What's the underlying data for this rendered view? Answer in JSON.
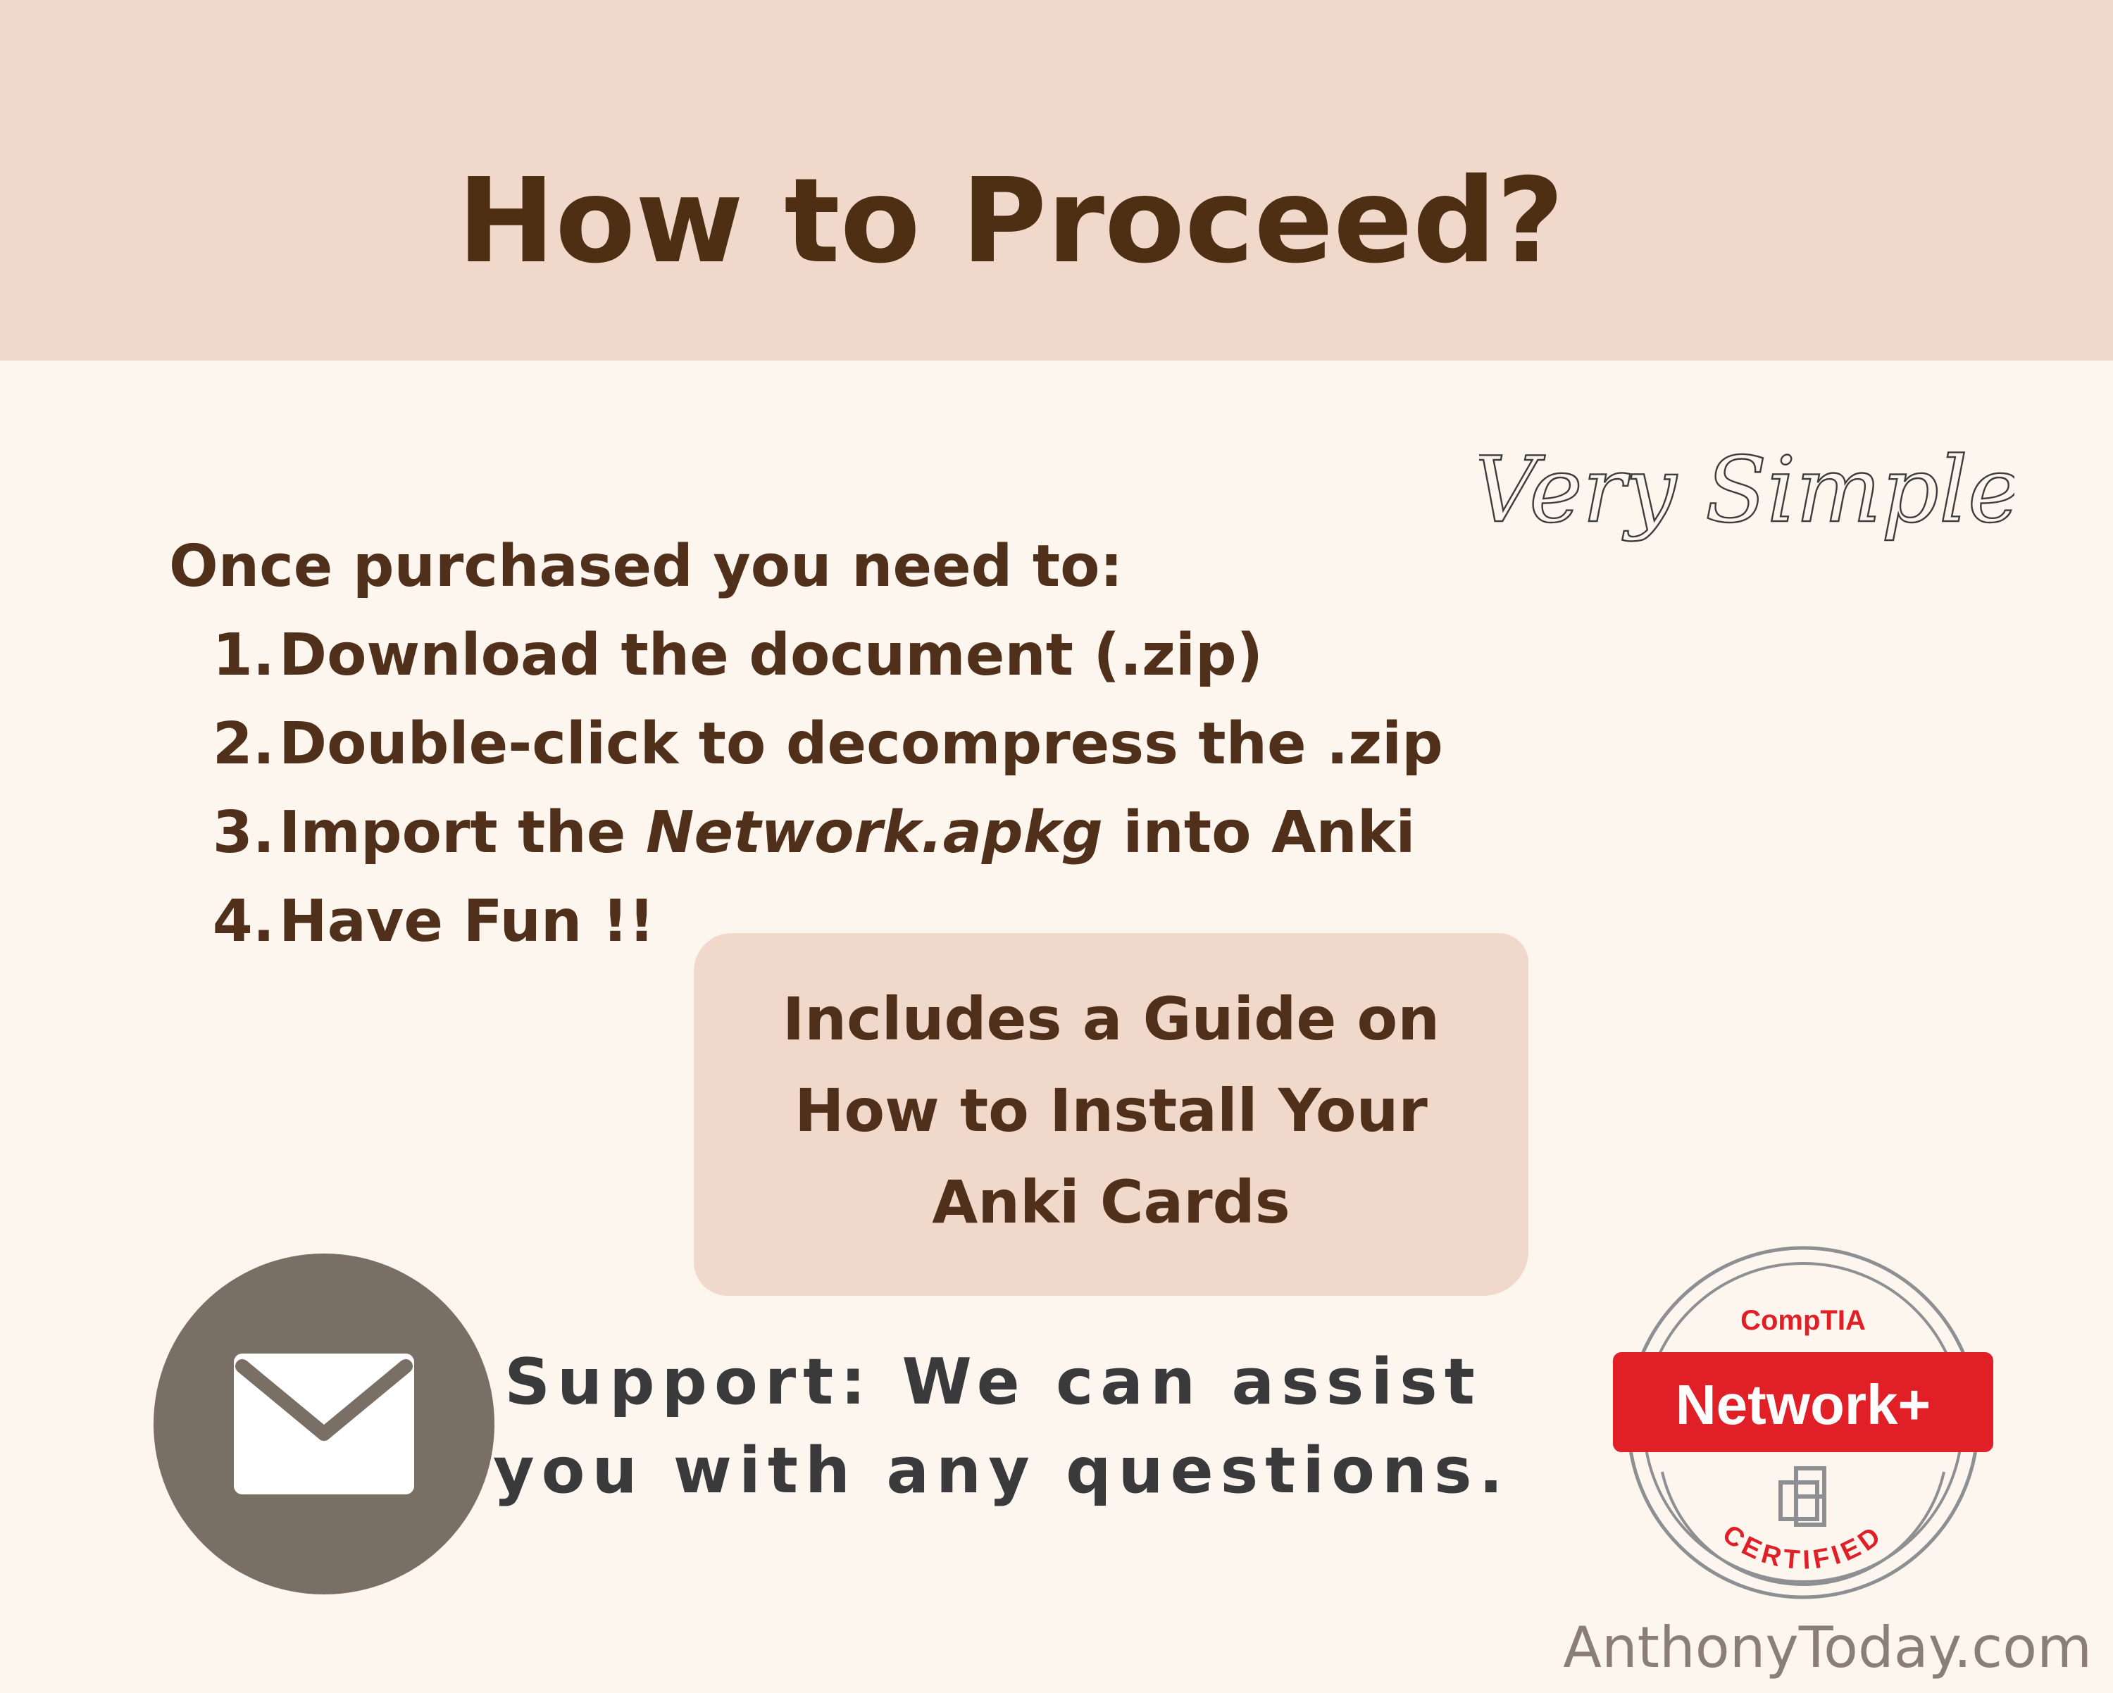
{
  "header": {
    "title": "How to Proceed?"
  },
  "tagline": "Very Simple",
  "intro": "Once purchased you need to:",
  "steps": [
    {
      "num": "1.",
      "pre": "Download the document (.zip)",
      "em": "",
      "post": ""
    },
    {
      "num": "2.",
      "pre": "Double-click to decompress the .zip",
      "em": "",
      "post": ""
    },
    {
      "num": "3.",
      "pre": "Import the ",
      "em": "Network.apkg",
      "post": " into Anki"
    },
    {
      "num": "4.",
      "pre": "Have Fun !!",
      "em": "",
      "post": ""
    }
  ],
  "guide": {
    "lines": [
      "Includes a Guide on",
      "How to Install Your",
      "Anki Cards"
    ]
  },
  "support": {
    "lines": [
      "Support: We can assist",
      "you with any questions."
    ]
  },
  "badge": {
    "brand": "CompTIA",
    "name": "Network+",
    "status": "CERTIFIED"
  },
  "footer": {
    "site": "AnthonyToday.com"
  },
  "colors": {
    "header_bg": "#f0d8cb",
    "page_bg": "#fdf6ee",
    "text_brown": "#50301a",
    "mail_circle": "#7a6f65",
    "badge_red": "#e11f26",
    "badge_ring": "#8d8f93"
  },
  "icons": {
    "mail": "envelope-icon"
  }
}
